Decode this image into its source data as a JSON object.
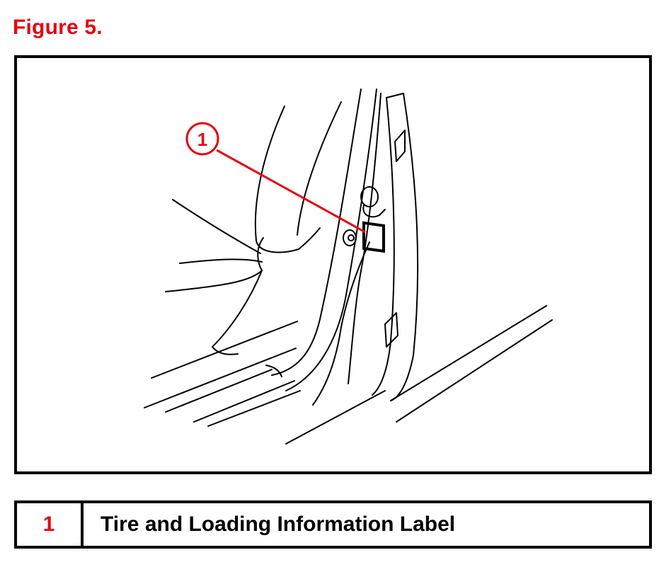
{
  "figure": {
    "title": "Figure 5."
  },
  "callout": {
    "number": "1"
  },
  "legend": {
    "number": "1",
    "text": "Tire and Loading Information Label"
  },
  "colors": {
    "accent": "#e30613",
    "line": "#000000"
  }
}
